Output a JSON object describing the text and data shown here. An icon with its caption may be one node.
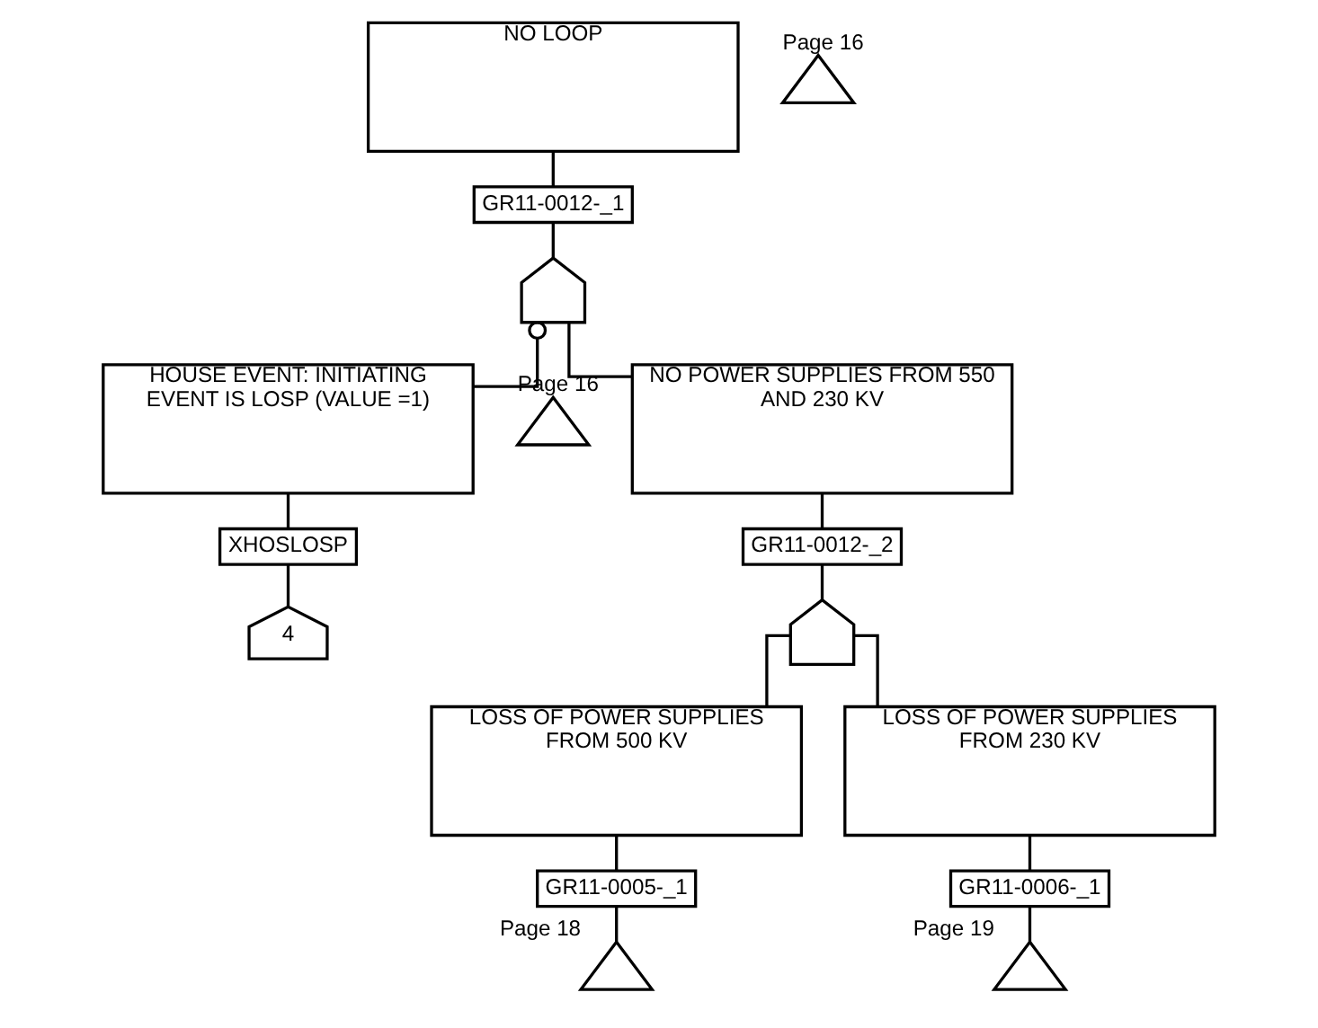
{
  "diagram": {
    "nodes": [
      {
        "text": [
          "NO LOOP"
        ]
      },
      {
        "text": [
          "GR11-0012-_1"
        ]
      },
      {
        "text": [],
        "shape": "gate"
      },
      {
        "text": [
          "HOUSE EVENT: INITIATING EVENT IS LOSP (VALUE =1)"
        ]
      },
      {
        "text": [
          "XHOSLOSP"
        ]
      },
      {
        "text": [
          "4"
        ]
      },
      {
        "text": [
          "NO POWER SUPPLIES FROM 550 AND 230 KV"
        ]
      },
      {
        "text": [
          "GR11-0012-_2"
        ]
      },
      {
        "text": [],
        "shape": "gate"
      },
      {
        "text": [
          "LOSS OF POWER SUPPLIES FROM 500 KV"
        ]
      },
      {
        "text": [
          "GR11-0005-_1"
        ]
      },
      {
        "text": [],
        "shape": "triangle",
        "beside": [
          "Page 18"
        ]
      },
      {
        "text": [
          "LOSS OF POWER SUPPLIES FROM 230 KV"
        ]
      },
      {
        "text": [
          "GR11-0006-_1"
        ]
      },
      {
        "text": [],
        "shape": "triangle",
        "beside": [
          "Page 19"
        ]
      },
      {
        "text": [],
        "shape": "triangle",
        "beside": [
          "Page 16"
        ]
      },
      {
        "text": [],
        "shape": "triangle",
        "beside": [
          "Page 16"
        ]
      }
    ],
    "edges": [
      {
        "from": 0,
        "to": 1,
        "arrow": "none"
      },
      {
        "from": 1,
        "to": 2,
        "arrow": "none"
      },
      {
        "from": 2,
        "to": 3,
        "arrow": "other"
      },
      {
        "from": 2,
        "to": 6,
        "arrow": "none"
      },
      {
        "from": 3,
        "to": 4,
        "arrow": "none"
      },
      {
        "from": 4,
        "to": 5,
        "arrow": "none"
      },
      {
        "from": 6,
        "to": 7,
        "arrow": "none"
      },
      {
        "from": 7,
        "to": 8,
        "arrow": "none"
      },
      {
        "from": 8,
        "to": 9,
        "arrow": "none"
      },
      {
        "from": 8,
        "to": 12,
        "arrow": "none"
      },
      {
        "from": 9,
        "to": 10,
        "arrow": "none"
      },
      {
        "from": 10,
        "to": 11,
        "arrow": "none"
      },
      {
        "from": 12,
        "to": 13,
        "arrow": "none"
      },
      {
        "from": 13,
        "to": 14,
        "arrow": "none"
      }
    ]
  }
}
